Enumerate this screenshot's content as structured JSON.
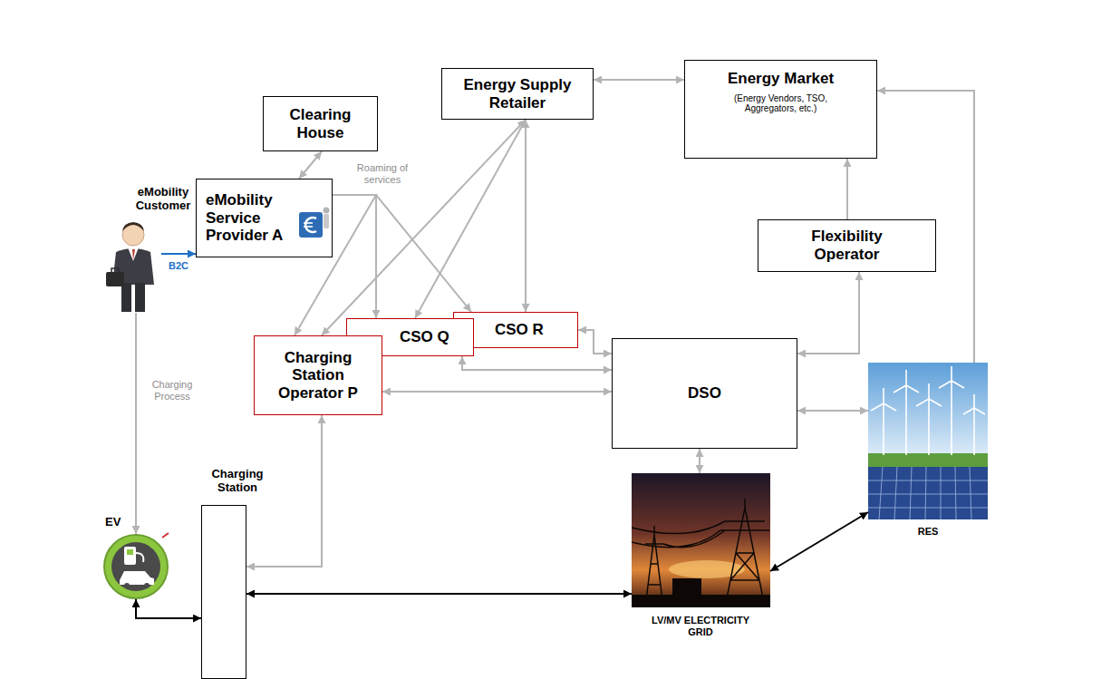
{
  "diagram": {
    "nodes": [
      {
        "text": [
          "Clearing House"
        ]
      },
      {
        "text": [
          "Energy Supply Retailer"
        ]
      },
      {
        "text": [
          "Energy Market",
          "(Energy Vendors, TSO, Aggregators, etc.)"
        ]
      },
      {
        "text": [
          "eMobility Customer"
        ]
      },
      {
        "text": [
          "eMobility Service Provider A"
        ]
      },
      {
        "text": [
          "Flexibility Operator"
        ]
      },
      {
        "text": [
          "Charging Station Operator P"
        ]
      },
      {
        "text": [
          "CSO Q"
        ]
      },
      {
        "text": [
          "CSO R"
        ]
      },
      {
        "text": [
          "DSO"
        ]
      },
      {
        "text": [
          "RES"
        ]
      },
      {
        "text": [
          "Charging Station"
        ]
      },
      {
        "text": [
          "EV"
        ]
      },
      {
        "text": [
          "LV/MV ELECTRICITY GRID"
        ]
      }
    ],
    "edges": [
      {
        "from": 0,
        "to": 4,
        "arrow": "both"
      },
      {
        "from": 3,
        "to": 4,
        "arrow": "to",
        "label": "B2C"
      },
      {
        "from": 3,
        "to": 12,
        "arrow": "to",
        "label": "Charging Process"
      },
      {
        "from": 4,
        "to": 6,
        "arrow": "to"
      },
      {
        "from": 4,
        "to": 7,
        "arrow": "to"
      },
      {
        "from": 4,
        "to": 8,
        "arrow": "to"
      },
      {
        "from": 1,
        "to": 2,
        "arrow": "both"
      },
      {
        "from": 1,
        "to": 6,
        "arrow": "both"
      },
      {
        "from": 1,
        "to": 7,
        "arrow": "both"
      },
      {
        "from": 1,
        "to": 8,
        "arrow": "both"
      },
      {
        "from": 6,
        "to": 9,
        "arrow": "both"
      },
      {
        "from": 7,
        "to": 9,
        "arrow": "both"
      },
      {
        "from": 8,
        "to": 9,
        "arrow": "both"
      },
      {
        "from": 9,
        "to": 5,
        "arrow": "both"
      },
      {
        "from": 5,
        "to": 2,
        "arrow": "to"
      },
      {
        "from": 10,
        "to": 2,
        "arrow": "to"
      },
      {
        "from": 9,
        "to": 10,
        "arrow": "both"
      },
      {
        "from": 9,
        "to": 13,
        "arrow": "both"
      },
      {
        "from": 13,
        "to": 10,
        "arrow": "both"
      },
      {
        "from": 11,
        "to": 13,
        "arrow": "both"
      },
      {
        "from": 12,
        "to": 11,
        "arrow": "both"
      },
      {
        "from": 11,
        "to": 6,
        "arrow": "both"
      }
    ],
    "labels": [
      "Roaming of services"
    ]
  }
}
